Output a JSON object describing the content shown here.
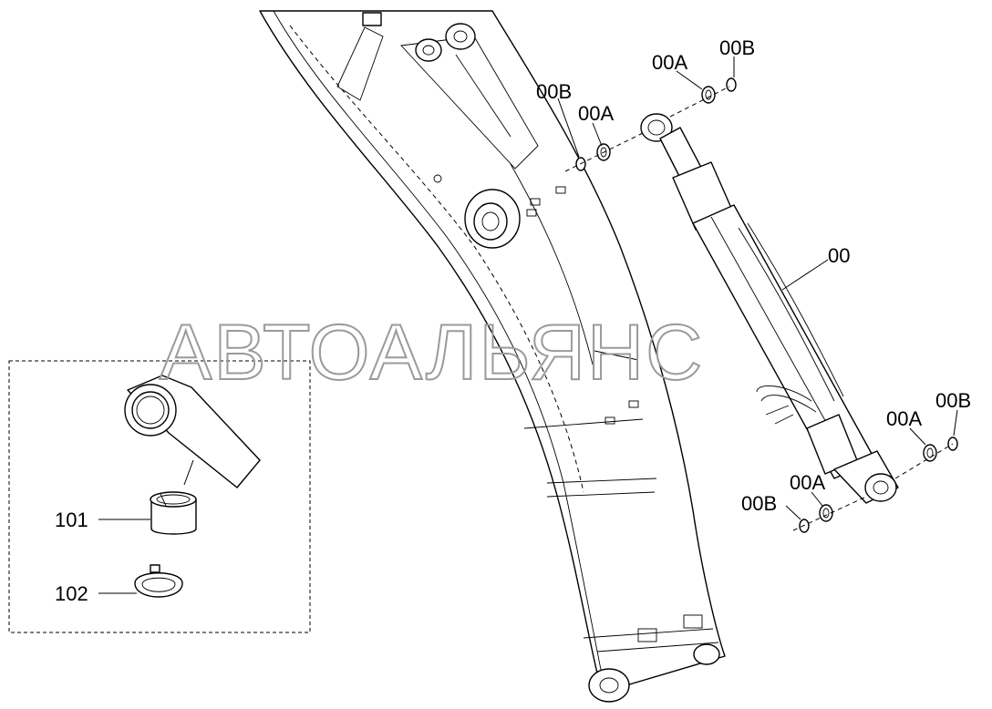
{
  "watermark": "АВТОАЛЬЯНС",
  "callouts": {
    "cyl": "00",
    "a_top_left": "00A",
    "b_top_left": "00B",
    "a_top_right": "00A",
    "b_top_right": "00B",
    "a_bottom_left": "00A",
    "b_bottom_left": "00B",
    "a_bottom_right": "00A",
    "b_bottom_right": "00B",
    "part_101": "101",
    "part_102": "102"
  }
}
